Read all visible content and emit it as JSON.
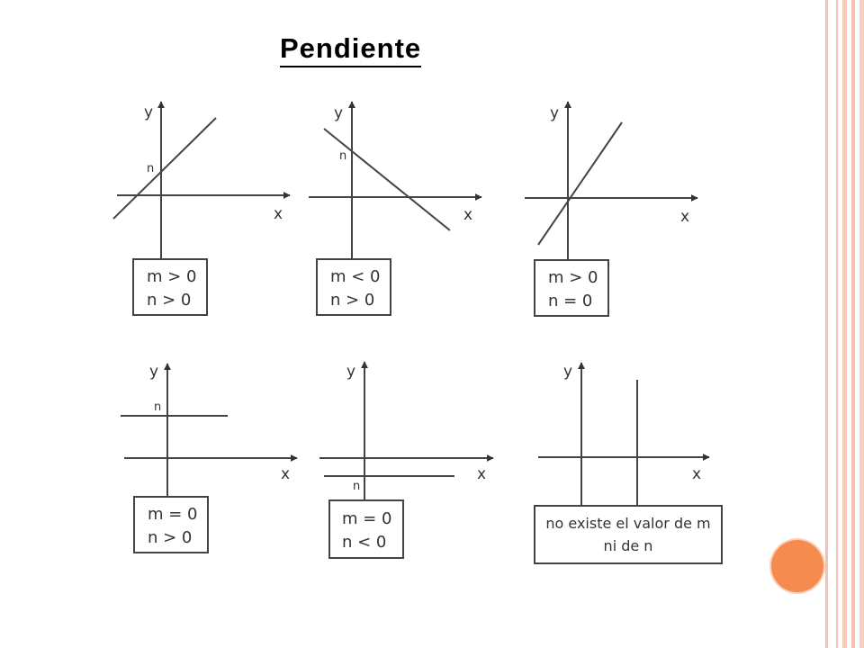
{
  "title": "Pendiente",
  "accent_color": "#f58b4f",
  "frame_color": "#f3b3a2",
  "panels": [
    {
      "axis_x": "x",
      "axis_y": "y",
      "intercept_label": "n",
      "box_line1": "m > 0",
      "box_line2": "n > 0"
    },
    {
      "axis_x": "x",
      "axis_y": "y",
      "intercept_label": "n",
      "box_line1": "m < 0",
      "box_line2": "n > 0"
    },
    {
      "axis_x": "x",
      "axis_y": "y",
      "intercept_label": "",
      "box_line1": "m > 0",
      "box_line2": "n = 0"
    },
    {
      "axis_x": "x",
      "axis_y": "y",
      "intercept_label": "n",
      "box_line1": "m = 0",
      "box_line2": "n > 0"
    },
    {
      "axis_x": "x",
      "axis_y": "y",
      "intercept_label": "n",
      "box_line1": "m = 0",
      "box_line2": "n < 0"
    },
    {
      "axis_x": "x",
      "axis_y": "y",
      "intercept_label": "",
      "box_line1": "no existe el valor de m",
      "box_line2": "ni de n"
    }
  ]
}
